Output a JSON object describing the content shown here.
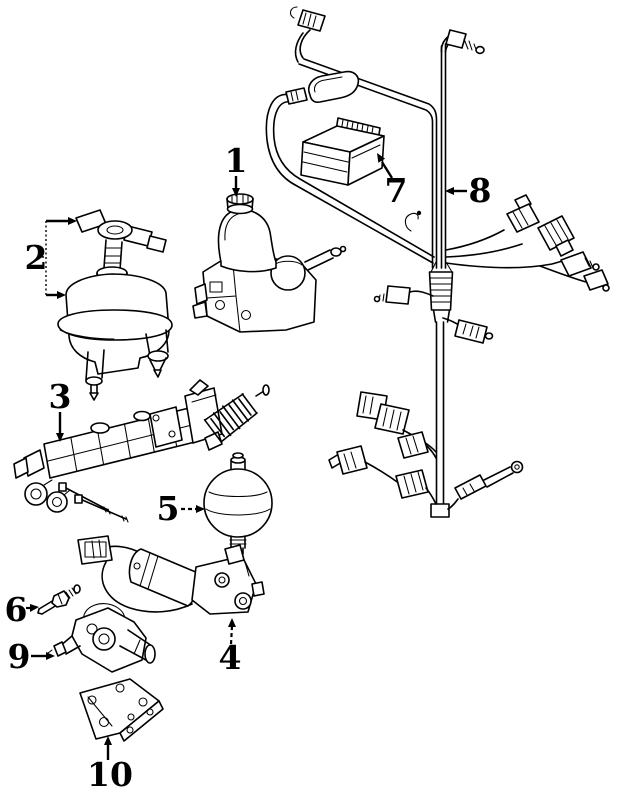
{
  "diagram": {
    "kind": "automotive-parts-line-diagram",
    "colors": {
      "line": "#000000",
      "background": "#ffffff"
    },
    "callouts": [
      {
        "label": "1",
        "part": "hydraulic-actuator-assembly"
      },
      {
        "label": "2",
        "part": "fluid-reservoir-with-cap"
      },
      {
        "label": "3",
        "part": "master-cylinder"
      },
      {
        "label": "4",
        "part": "pump-and-motor-assembly"
      },
      {
        "label": "5",
        "part": "pressure-accumulator"
      },
      {
        "label": "6",
        "part": "fitting-bolt"
      },
      {
        "label": "7",
        "part": "control-module"
      },
      {
        "label": "8",
        "part": "wiring-harness"
      },
      {
        "label": "9",
        "part": "solenoid-valve"
      },
      {
        "label": "10",
        "part": "mounting-bracket"
      }
    ]
  }
}
